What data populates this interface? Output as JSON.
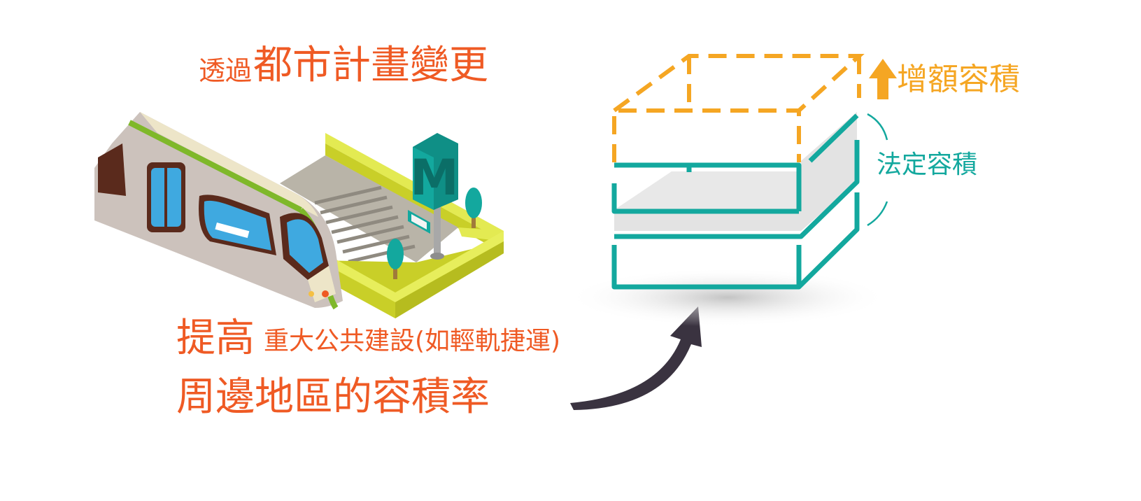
{
  "colors": {
    "orange": "#ef5a24",
    "amber": "#f5a623",
    "teal": "#13a89e",
    "arrow": "#3a3340"
  },
  "text": {
    "title_prefix": "透過",
    "title_main": "都市計畫變更",
    "line2_main": "提高",
    "line2_rest": "重大公共建設(如輕軌捷運)",
    "line3": "周邊地區的容積率",
    "increase_label": "增額容積",
    "legal_label": "法定容積",
    "metro_sign": "M"
  },
  "icons": {
    "train": "light-rail-train-icon",
    "station": "metro-station-entrance-icon",
    "curve_arrow": "curved-arrow-icon",
    "up_arrow": "up-arrow-icon"
  }
}
